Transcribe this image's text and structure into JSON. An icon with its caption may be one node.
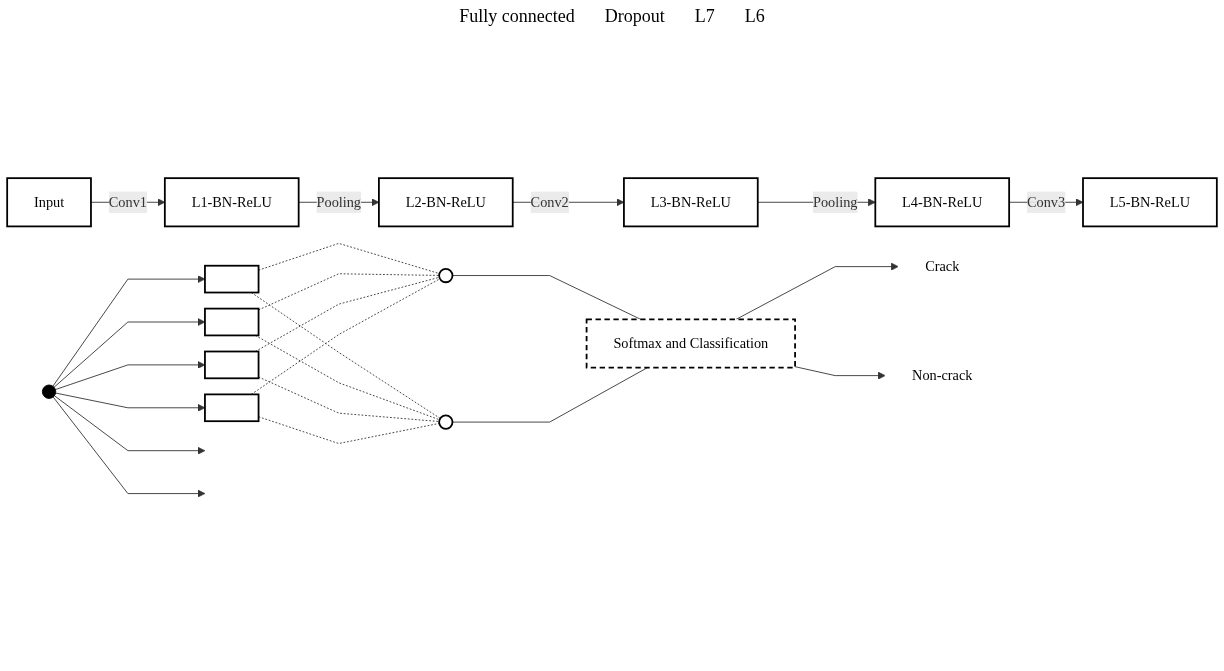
{
  "diagram": {
    "nodes": [
      {
        "text": [
          "Input"
        ]
      },
      {
        "text": [
          "L1-BN-ReLU"
        ]
      },
      {
        "text": [
          "L2-BN-ReLU"
        ]
      },
      {
        "text": [
          "L3-BN-ReLU"
        ]
      },
      {
        "text": [
          "L4-BN-ReLU"
        ]
      },
      {
        "text": [
          "L5-BN-ReLU"
        ]
      },
      {
        "text": [],
        "shape": "circle"
      },
      {
        "text": [],
        "shape": "box"
      },
      {
        "text": [],
        "shape": "box"
      },
      {
        "text": [],
        "shape": "box"
      },
      {
        "text": [],
        "shape": "box"
      },
      {
        "text": [],
        "shape": "circle"
      },
      {
        "text": [],
        "shape": "circle"
      },
      {
        "text": [
          "Softmax and Classification"
        ]
      },
      {
        "text": [
          "Crack"
        ]
      },
      {
        "text": [
          "Non-crack"
        ]
      }
    ],
    "edges": [
      {
        "from": 0,
        "to": 1,
        "arrow": "to",
        "label": "Conv1"
      },
      {
        "from": 1,
        "to": 2,
        "arrow": "to",
        "label": "Pooling"
      },
      {
        "from": 2,
        "to": 3,
        "arrow": "to",
        "label": "Conv2"
      },
      {
        "from": 3,
        "to": 4,
        "arrow": "to",
        "label": "Pooling"
      },
      {
        "from": 4,
        "to": 5,
        "arrow": "to",
        "label": "Conv3"
      },
      {
        "from": 6,
        "to": 7,
        "arrow": "to"
      },
      {
        "from": 6,
        "to": 8,
        "arrow": "to"
      },
      {
        "from": 6,
        "to": null,
        "arrow": "to"
      },
      {
        "from": 6,
        "to": null,
        "arrow": "to"
      },
      {
        "from": 6,
        "to": 9,
        "arrow": "to"
      },
      {
        "from": 6,
        "to": 10,
        "arrow": "to"
      },
      {
        "from": 7,
        "to": 11,
        "arrow": "none",
        "style": "dashed"
      },
      {
        "from": 7,
        "to": 12,
        "arrow": "none",
        "style": "dashed"
      },
      {
        "from": 8,
        "to": 11,
        "arrow": "none",
        "style": "dashed"
      },
      {
        "from": 8,
        "to": 12,
        "arrow": "none",
        "style": "dashed"
      },
      {
        "from": 9,
        "to": 11,
        "arrow": "none",
        "style": "dashed"
      },
      {
        "from": 9,
        "to": 12,
        "arrow": "none",
        "style": "dashed"
      },
      {
        "from": 10,
        "to": 11,
        "arrow": "none",
        "style": "dashed"
      },
      {
        "from": 10,
        "to": 12,
        "arrow": "none",
        "style": "dashed"
      },
      {
        "from": 11,
        "to": 13,
        "arrow": "none"
      },
      {
        "from": 12,
        "to": 13,
        "arrow": "none"
      },
      {
        "from": 13,
        "to": 14,
        "arrow": "to"
      },
      {
        "from": 13,
        "to": 15,
        "arrow": "to"
      }
    ],
    "labels": [
      "Fully connected",
      "Dropout",
      "L7",
      "L6"
    ]
  }
}
